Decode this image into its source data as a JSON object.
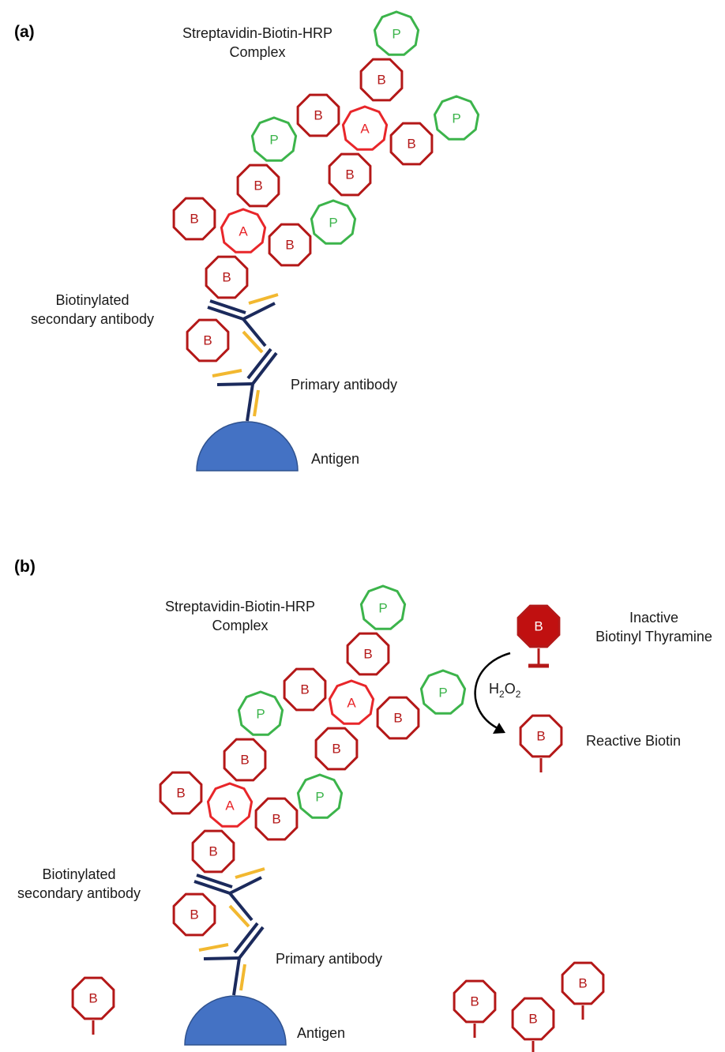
{
  "panels": {
    "a": {
      "label": "(a)",
      "complex_label": [
        "Streptavidin-Biotin-HRP",
        "Complex"
      ],
      "secondary_label": [
        "Biotinylated",
        "secondary antibody"
      ],
      "primary_label": "Primary antibody",
      "antigen_label": "Antigen"
    },
    "b": {
      "label": "(b)",
      "complex_label": [
        "Streptavidin-Biotin-HRP",
        "Complex"
      ],
      "secondary_label": [
        "Biotinylated",
        "secondary antibody"
      ],
      "primary_label": "Primary antibody",
      "antigen_label": "Antigen",
      "inactive_label": [
        "Inactive",
        "Biotinyl Thyramine"
      ],
      "reactive_label": "Reactive Biotin",
      "reagent": {
        "base": "H",
        "sub1": "2",
        "mid": "O",
        "sub2": "2"
      }
    }
  },
  "node_letters": {
    "biotin": "B",
    "avidin": "A",
    "peroxidase": "P"
  },
  "colors": {
    "biotin": "#b41818",
    "avidin": "#e8262a",
    "peroxidase": "#3cb44b",
    "inactive_fill": "#c01010",
    "antibody_heavy": "#1b2a5c",
    "antibody_light": "#f2b830",
    "antigen": "#4472c4",
    "arrow": "#000000"
  },
  "icons": {
    "antigen": "semicircle-antigen-icon",
    "antibody": "y-shaped-antibody-icon",
    "biotin": "octagon-biotin-icon",
    "arrow": "curved-reaction-arrow-icon"
  }
}
